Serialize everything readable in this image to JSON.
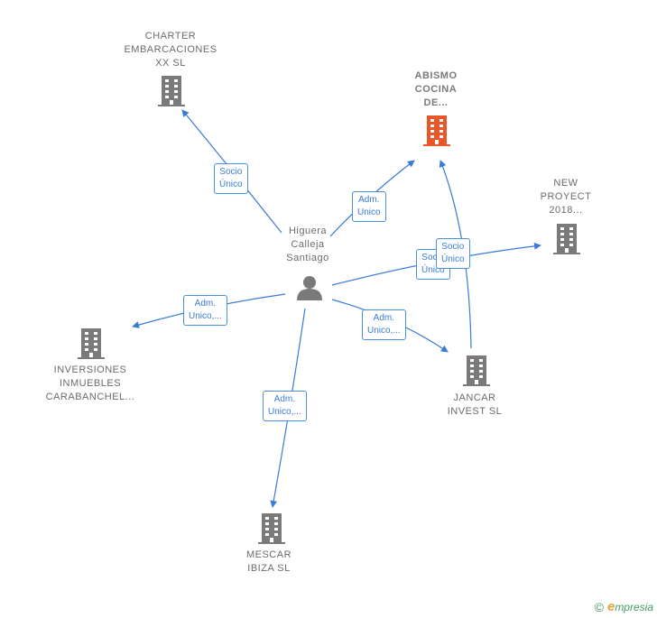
{
  "colors": {
    "edge": "#3a7bd5",
    "building": "#7a7a7a",
    "focus": "#e8562a",
    "person": "#7a7a7a"
  },
  "nodes": {
    "charter": [
      "CHARTER",
      "EMBARCACIONES",
      "XX  SL"
    ],
    "abismo": [
      "ABISMO",
      "COCINA",
      "DE..."
    ],
    "new_proyect": [
      "NEW",
      "PROYECT",
      "2018..."
    ],
    "person": [
      "Higuera",
      "Calleja",
      "Santiago"
    ],
    "inversiones": [
      "INVERSIONES",
      "INMUEBLES",
      "CARABANCHEL..."
    ],
    "jancar": [
      "JANCAR",
      "INVEST  SL"
    ],
    "mescar": [
      "MESCAR",
      "IBIZA  SL"
    ]
  },
  "edges": {
    "charter": [
      "Socio",
      "Único"
    ],
    "abismo": [
      "Adm.",
      "Unico"
    ],
    "new_proyect": [
      "Socio",
      "Único"
    ],
    "jancar_abismo": [
      "Socio",
      "Único"
    ],
    "inversiones": [
      "Adm.",
      "Unico,..."
    ],
    "jancar": [
      "Adm.",
      "Unico,..."
    ],
    "mescar": [
      "Adm.",
      "Unico,..."
    ]
  },
  "footer": {
    "copyright": "©",
    "brand_initial": "e",
    "brand_rest": "mpresia"
  }
}
